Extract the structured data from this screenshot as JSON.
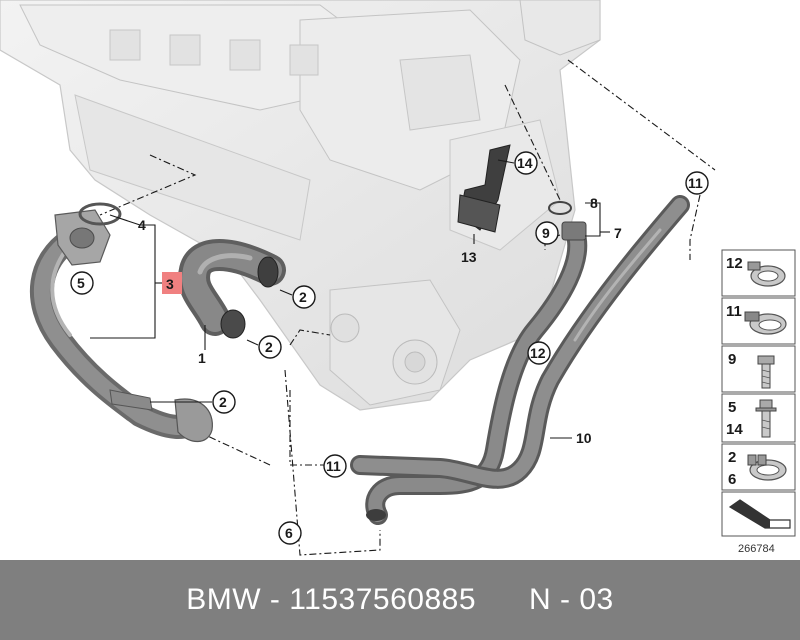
{
  "diagram": {
    "callouts": {
      "c1": "1",
      "c2a": "2",
      "c2b": "2",
      "c2c": "2",
      "c3": "3",
      "c4": "4",
      "c5": "5",
      "c6": "6",
      "c7": "7",
      "c8": "8",
      "c9": "9",
      "c10": "10",
      "c11a": "11",
      "c11b": "11",
      "c12": "12",
      "c13": "13",
      "c14": "14"
    },
    "highlight_color": "#f08080",
    "legend": [
      {
        "label": "12",
        "icon": "hose-clamp-icon"
      },
      {
        "label": "11",
        "icon": "worm-clamp-icon"
      },
      {
        "label": "9",
        "icon": "hex-bolt-icon"
      },
      {
        "label": "5\n14",
        "icon": "flange-bolt-icon"
      },
      {
        "label": "2\n6",
        "icon": "spring-clamp-icon"
      },
      {
        "label": "",
        "icon": "nav-arrow-icon"
      }
    ],
    "diagram_number": "266784"
  },
  "footer": {
    "text": "BMW - 11537560885      N - 03"
  }
}
